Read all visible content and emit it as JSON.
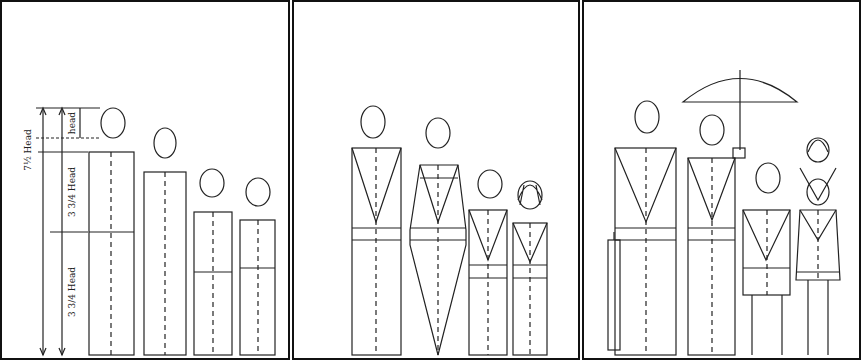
{
  "diagram": {
    "labels": [
      "7½ Head",
      "head",
      "3 3/4 Head",
      "3 3/4 Head"
    ]
  }
}
